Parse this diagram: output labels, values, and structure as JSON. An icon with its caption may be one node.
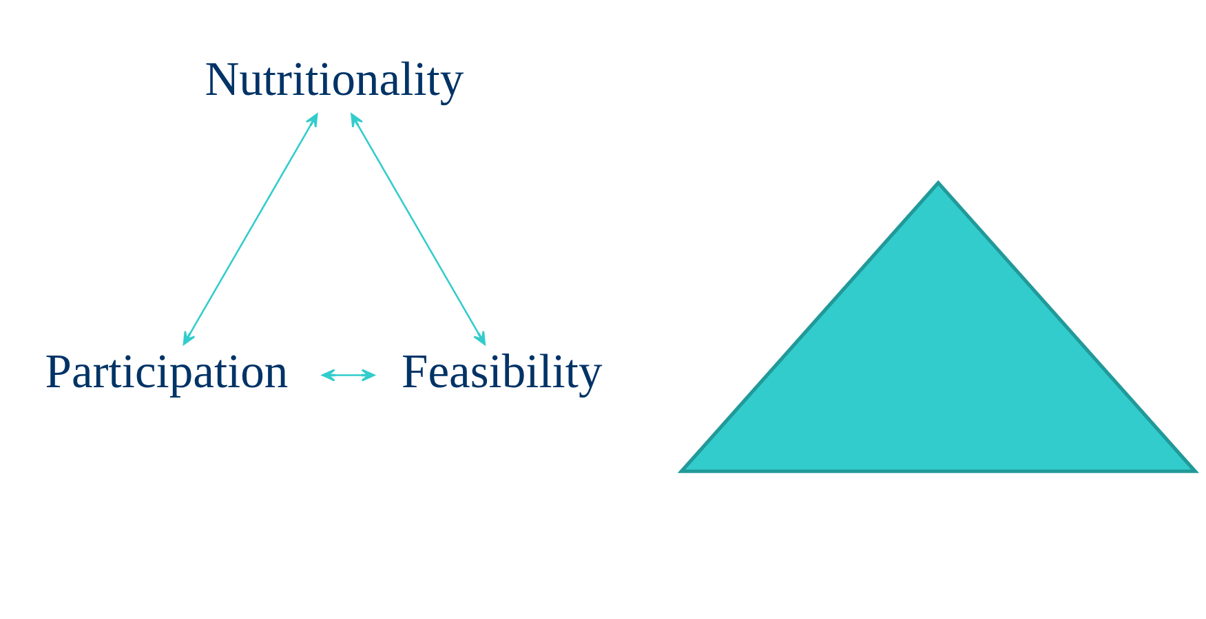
{
  "diagram": {
    "nodes": [
      {
        "text": [
          "Nutritionality"
        ]
      },
      {
        "text": [],
        "shape": "triangle"
      },
      {
        "text": [
          "Participation"
        ]
      },
      {
        "text": [
          "Feasibility"
        ]
      }
    ],
    "edges": [
      {
        "from": 2,
        "to": 0,
        "arrow": "both"
      },
      {
        "from": 0,
        "to": 3,
        "arrow": "both"
      },
      {
        "from": 2,
        "to": 3,
        "arrow": "both"
      }
    ]
  }
}
